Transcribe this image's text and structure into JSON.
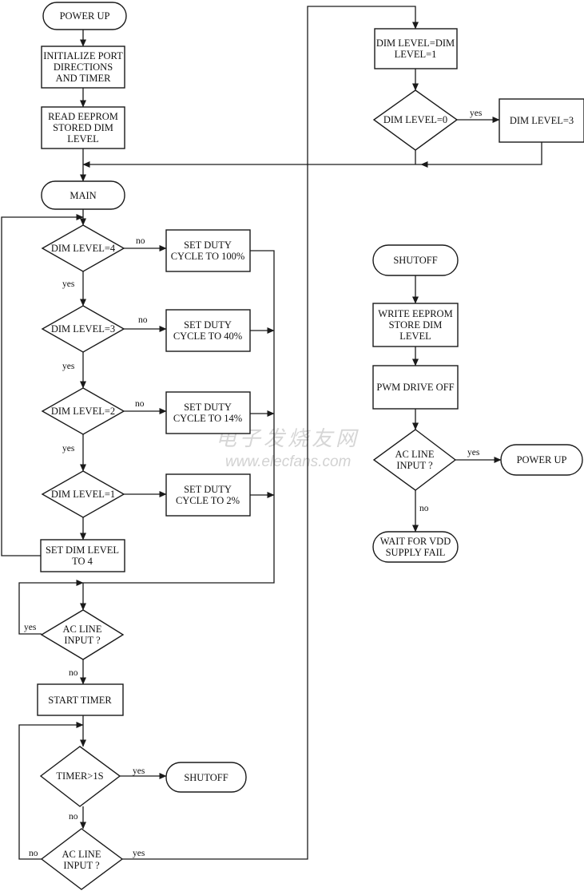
{
  "nodes": {
    "power_up": [
      "POWER UP"
    ],
    "init_ports": [
      "INITIALIZE PORT",
      "DIRECTIONS",
      "AND TIMER"
    ],
    "read_eeprom": [
      "READ EEPROM",
      "STORED DIM",
      "LEVEL"
    ],
    "main": [
      "MAIN"
    ],
    "dim4": [
      "DIM LEVEL=4"
    ],
    "duty100": [
      "SET DUTY",
      "CYCLE TO 100%"
    ],
    "dim3": [
      "DIM LEVEL=3"
    ],
    "duty40": [
      "SET DUTY",
      "CYCLE TO 40%"
    ],
    "dim2": [
      "DIM LEVEL=2"
    ],
    "duty14": [
      "SET DUTY",
      "CYCLE TO 14%"
    ],
    "dim1": [
      "DIM LEVEL=1"
    ],
    "duty2": [
      "SET DUTY",
      "CYCLE TO 2%"
    ],
    "set_dim4": [
      "SET DIM LEVEL",
      "TO 4"
    ],
    "ac_line_1": [
      "AC LINE",
      "INPUT ?"
    ],
    "start_timer": [
      "START TIMER"
    ],
    "timer_gt_1s": [
      "TIMER>1S"
    ],
    "shutoff_term": [
      "SHUTOFF"
    ],
    "ac_line_2": [
      "AC LINE",
      "INPUT ?"
    ],
    "dim_dec": [
      "DIM LEVEL=DIM",
      "LEVEL=1"
    ],
    "dim0": [
      "DIM LEVEL=0"
    ],
    "dim_set3": [
      "DIM LEVEL=3"
    ],
    "shutoff": [
      "SHUTOFF"
    ],
    "write_eeprom": [
      "WRITE EEPROM",
      "STORE DIM",
      "LEVEL"
    ],
    "pwm_off": [
      "PWM DRIVE OFF"
    ],
    "ac_line_3": [
      "AC LINE",
      "INPUT ?"
    ],
    "power_up_2": [
      "POWER UP"
    ],
    "wait_vdd": [
      "WAIT FOR VDD",
      "SUPPLY FAIL"
    ]
  },
  "edges": [
    {
      "from": "dim4",
      "to": "duty100",
      "label": "no"
    },
    {
      "from": "dim4",
      "to": "dim3",
      "label": "yes"
    },
    {
      "from": "dim3",
      "to": "duty40",
      "label": "no"
    },
    {
      "from": "dim3",
      "to": "dim2",
      "label": "yes"
    },
    {
      "from": "dim2",
      "to": "duty14",
      "label": "no"
    },
    {
      "from": "dim2",
      "to": "dim1",
      "label": "yes"
    },
    {
      "from": "dim1",
      "to": "duty2",
      "label": ""
    },
    {
      "from": "dim1",
      "to": "set_dim4",
      "label": ""
    },
    {
      "from": "ac_line_1",
      "to": "ac_line_1",
      "label": "yes"
    },
    {
      "from": "ac_line_1",
      "to": "start_timer",
      "label": "no"
    },
    {
      "from": "timer_gt_1s",
      "to": "shutoff_term",
      "label": "yes"
    },
    {
      "from": "timer_gt_1s",
      "to": "ac_line_2",
      "label": "no"
    },
    {
      "from": "ac_line_2",
      "to": "timer_gt_1s",
      "label": "no"
    },
    {
      "from": "ac_line_2",
      "to": "dim_dec",
      "label": "yes"
    },
    {
      "from": "dim0",
      "to": "dim_set3",
      "label": "yes"
    },
    {
      "from": "ac_line_3",
      "to": "power_up_2",
      "label": "yes"
    },
    {
      "from": "ac_line_3",
      "to": "wait_vdd",
      "label": "no"
    }
  ],
  "watermark": {
    "line1": "电子发烧友网",
    "line2": "www.elecfans.com"
  },
  "colors": {
    "line": "#1a1a1a",
    "background": "#ffffff",
    "watermark": "#d4d4d4"
  }
}
